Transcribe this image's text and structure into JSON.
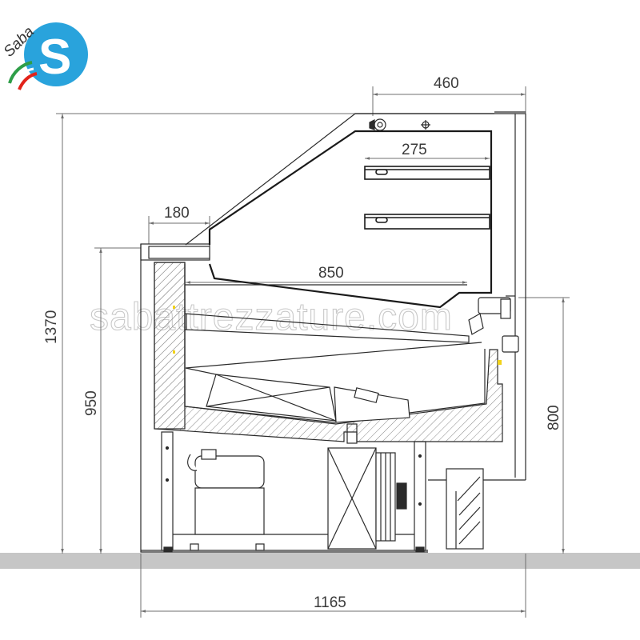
{
  "logo": {
    "text": "Saba",
    "letter": "S",
    "colors": {
      "circle": "#29a3dc",
      "green": "#2e9e48",
      "red": "#e2231a",
      "white": "#ffffff"
    }
  },
  "watermark": {
    "text": "sabattrezzature.com"
  },
  "dimensions": {
    "top_depth": "460",
    "shelf_depth": "275",
    "front_top": "180",
    "basin_depth": "850",
    "total_height": "1370",
    "counter_height": "950",
    "rear_height": "800",
    "total_depth": "1165"
  },
  "colors": {
    "line": "#2b2b2b",
    "dim_line": "#6f6f6f",
    "floor": "#c6c6c6",
    "hatch": "#8a8a8a",
    "yellow_marker": "#f2d21a"
  }
}
